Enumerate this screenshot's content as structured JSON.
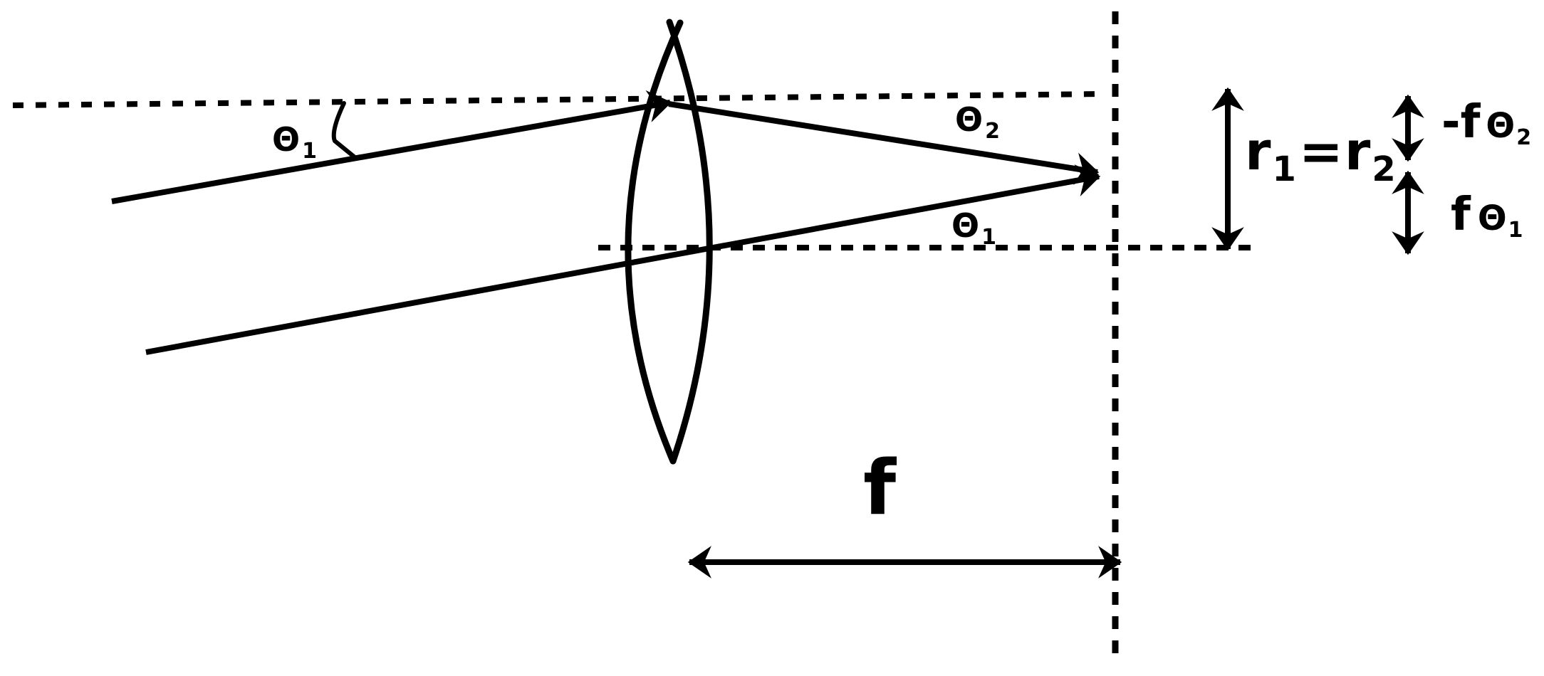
{
  "colors": {
    "ink": "#000000",
    "paper": "#ffffff"
  },
  "diagram": {
    "description_visible_text_only": "",
    "angle_labels": {
      "incident": {
        "base": "Θ",
        "sub": "1"
      },
      "refracted": {
        "base": "Θ",
        "sub": "2"
      },
      "chief": {
        "base": "Θ",
        "sub": "1"
      }
    },
    "radius_equation": {
      "lhs_base": "r",
      "lhs_sub": "1",
      "equals": "=",
      "rhs_base": "r",
      "rhs_sub": "2"
    },
    "focal_length_label": "f",
    "minus_f_theta2_label": {
      "prefix": "-f",
      "theta": "Θ",
      "sub": "2"
    },
    "f_theta1_label": {
      "prefix": "f",
      "theta": "Θ",
      "sub": "1"
    }
  }
}
